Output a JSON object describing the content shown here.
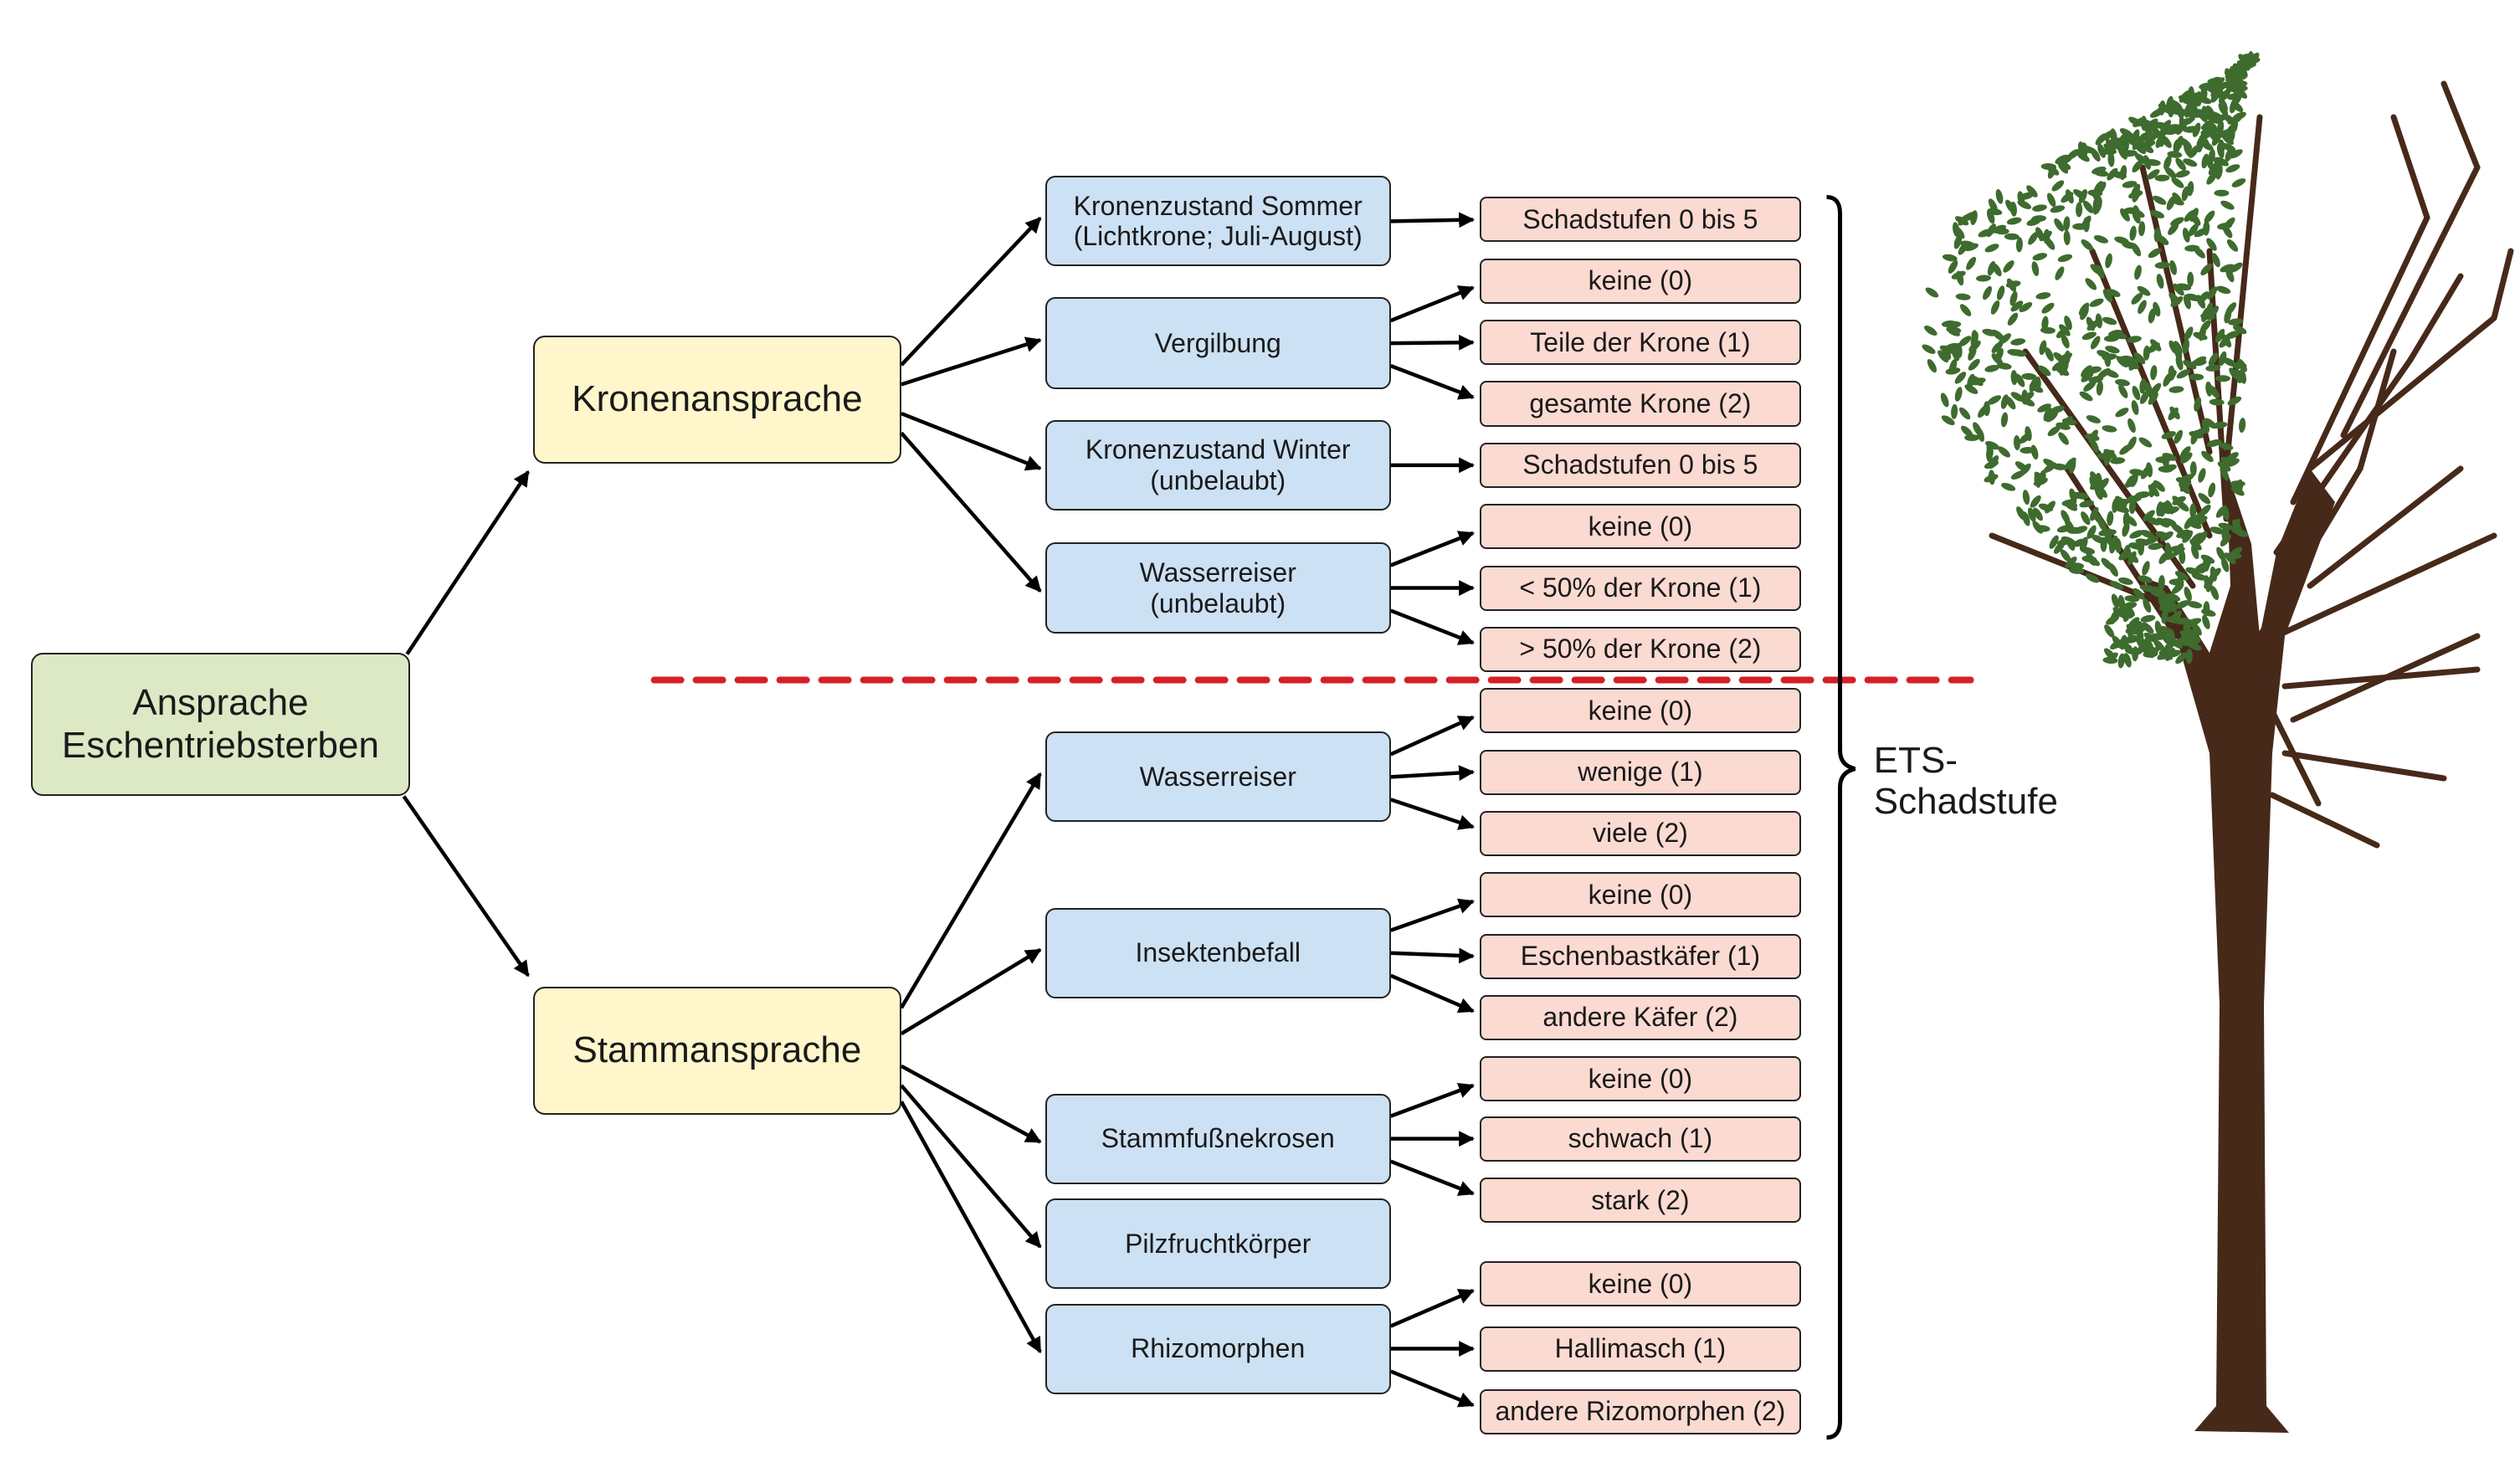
{
  "root": {
    "label": [
      "Ansprache",
      "Eschentriebsterben"
    ]
  },
  "categories": [
    {
      "id": "krone",
      "label": "Kronenansprache"
    },
    {
      "id": "stamm",
      "label": "Stammansprache"
    }
  ],
  "criteria": [
    {
      "category": "krone",
      "label": [
        "Kronenzustand Sommer",
        "(Lichtkrone; Juli-August)"
      ],
      "values": [
        "Schadstufen 0 bis 5"
      ]
    },
    {
      "category": "krone",
      "label": [
        "Vergilbung"
      ],
      "values": [
        "keine (0)",
        "Teile der Krone (1)",
        "gesamte Krone (2)"
      ]
    },
    {
      "category": "krone",
      "label": [
        "Kronenzustand Winter",
        "(unbelaubt)"
      ],
      "values": [
        "Schadstufen 0 bis 5"
      ]
    },
    {
      "category": "krone",
      "label": [
        "Wasserreiser",
        "(unbelaubt)"
      ],
      "values": [
        "keine (0)",
        "< 50% der Krone (1)",
        "> 50% der Krone (2)"
      ]
    },
    {
      "category": "stamm",
      "label": [
        "Wasserreiser"
      ],
      "values": [
        "keine (0)",
        "wenige (1)",
        "viele (2)"
      ]
    },
    {
      "category": "stamm",
      "label": [
        "Insektenbefall"
      ],
      "values": [
        "keine (0)",
        "Eschenbastkäfer (1)",
        "andere Käfer (2)"
      ]
    },
    {
      "category": "stamm",
      "label": [
        "Stammfußnekrosen"
      ],
      "values": [
        "keine (0)",
        "schwach (1)",
        "stark (2)"
      ]
    },
    {
      "category": "stamm",
      "label": [
        "Pilzfruchtkörper"
      ],
      "values": []
    },
    {
      "category": "stamm",
      "label": [
        "Rhizomorphen"
      ],
      "values": [
        "keine (0)",
        "Hallimasch (1)",
        "andere Rizomorphen (2)"
      ]
    }
  ],
  "summary": {
    "label": [
      "ETS-",
      "Schadstufe"
    ]
  },
  "colors": {
    "root": "#dde8c5",
    "category": "#fff6cc",
    "criterion": "#cce1f3",
    "value": "#fbdad1",
    "divider": "#d42027",
    "leaves": "#3e6b2e",
    "trunk": "#47291a"
  }
}
